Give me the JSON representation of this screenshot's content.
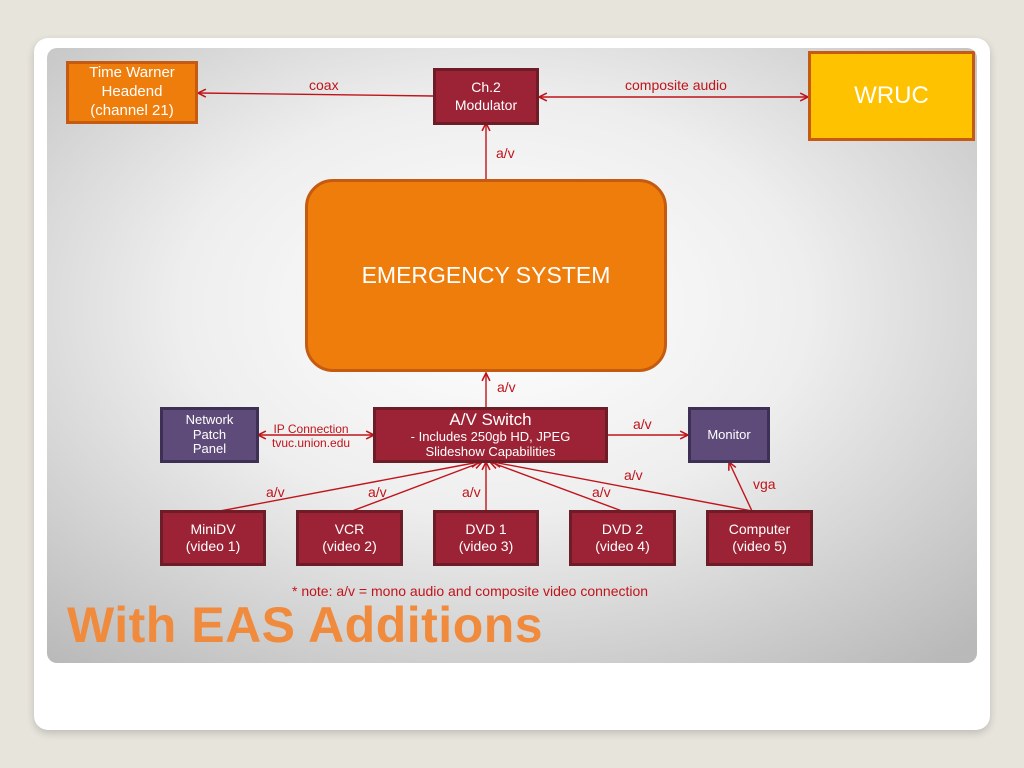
{
  "title": "With EAS Additions",
  "nodes": {
    "time_warner": [
      "Time Warner",
      "Headend",
      "(channel 21)"
    ],
    "modulator": [
      "Ch.2",
      "Modulator"
    ],
    "wruc": "WRUC",
    "emergency": "EMERGENCY SYSTEM",
    "av_switch": {
      "title": "A/V Switch",
      "line1": "- Includes 250gb HD, JPEG",
      "line2": "Slideshow Capabilities"
    },
    "network_patch": [
      "Network",
      "Patch",
      "Panel"
    ],
    "monitor": "Monitor",
    "minidv": [
      "MiniDV",
      "(video 1)"
    ],
    "vcr": [
      "VCR",
      "(video 2)"
    ],
    "dvd1": [
      "DVD 1",
      "(video 3)"
    ],
    "dvd2": [
      "DVD 2",
      "(video 4)"
    ],
    "computer": [
      "Computer",
      "(video 5)"
    ]
  },
  "labels": {
    "coax": "coax",
    "composite_audio": "composite audio",
    "av_modulator": "a/v",
    "av_switch_up": "a/v",
    "ip_connection": [
      "IP Connection",
      "tvuc.union.edu"
    ],
    "av_monitor": "a/v",
    "av_minidv": "a/v",
    "av_vcr": "a/v",
    "av_dvd1": "a/v",
    "av_dvd2": "a/v",
    "av_computer": "a/v",
    "vga": "vga"
  },
  "note": "* note: a/v = mono audio and composite video connection",
  "colors": {
    "connector": "#c0141b",
    "node_red": "#9b2335",
    "node_purple": "#5e4b7a",
    "orange": "#ef7d0b",
    "gold": "#fec200",
    "title": "#f08a3c"
  }
}
